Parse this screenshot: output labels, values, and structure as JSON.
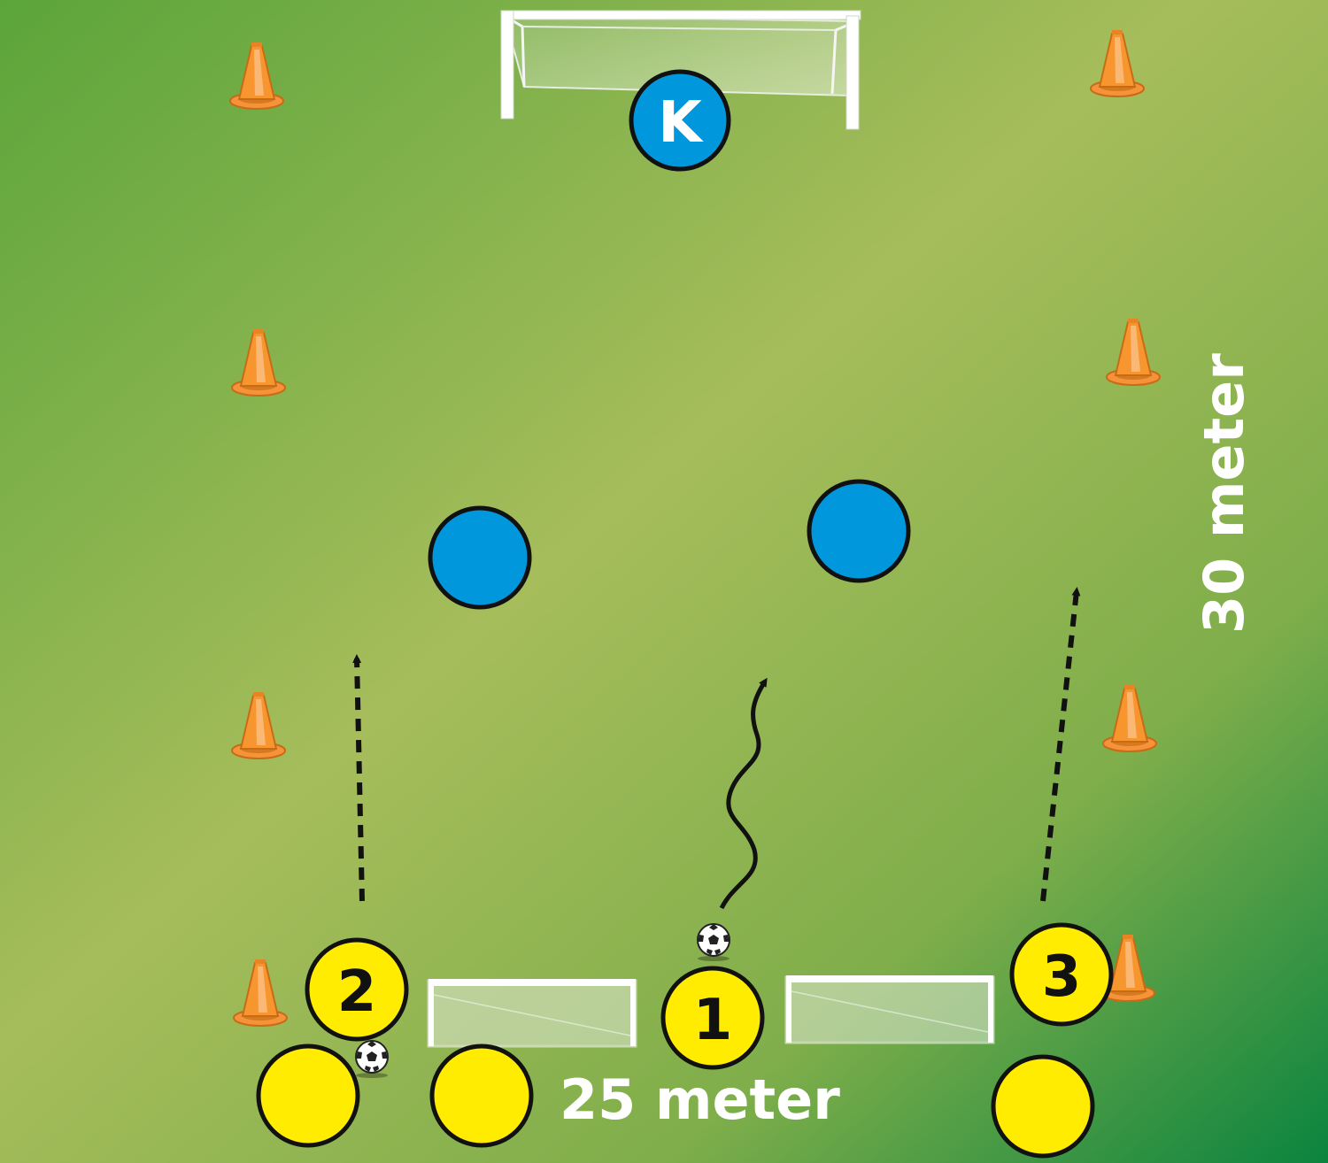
{
  "colors": {
    "field_light": "#a5bd5a",
    "field_dark_left": "#62a63c",
    "field_dark_right": "#0e8440",
    "cone": "#f7962f",
    "player_yellow": "#ffec00",
    "player_blue": "#0097dc",
    "label_white": "#ffffff"
  },
  "keeper": {
    "label": "K"
  },
  "players": {
    "p1": "1",
    "p2": "2",
    "p3": "3"
  },
  "dimensions": {
    "width_label": "25 meter",
    "length_label": "30 meter"
  }
}
